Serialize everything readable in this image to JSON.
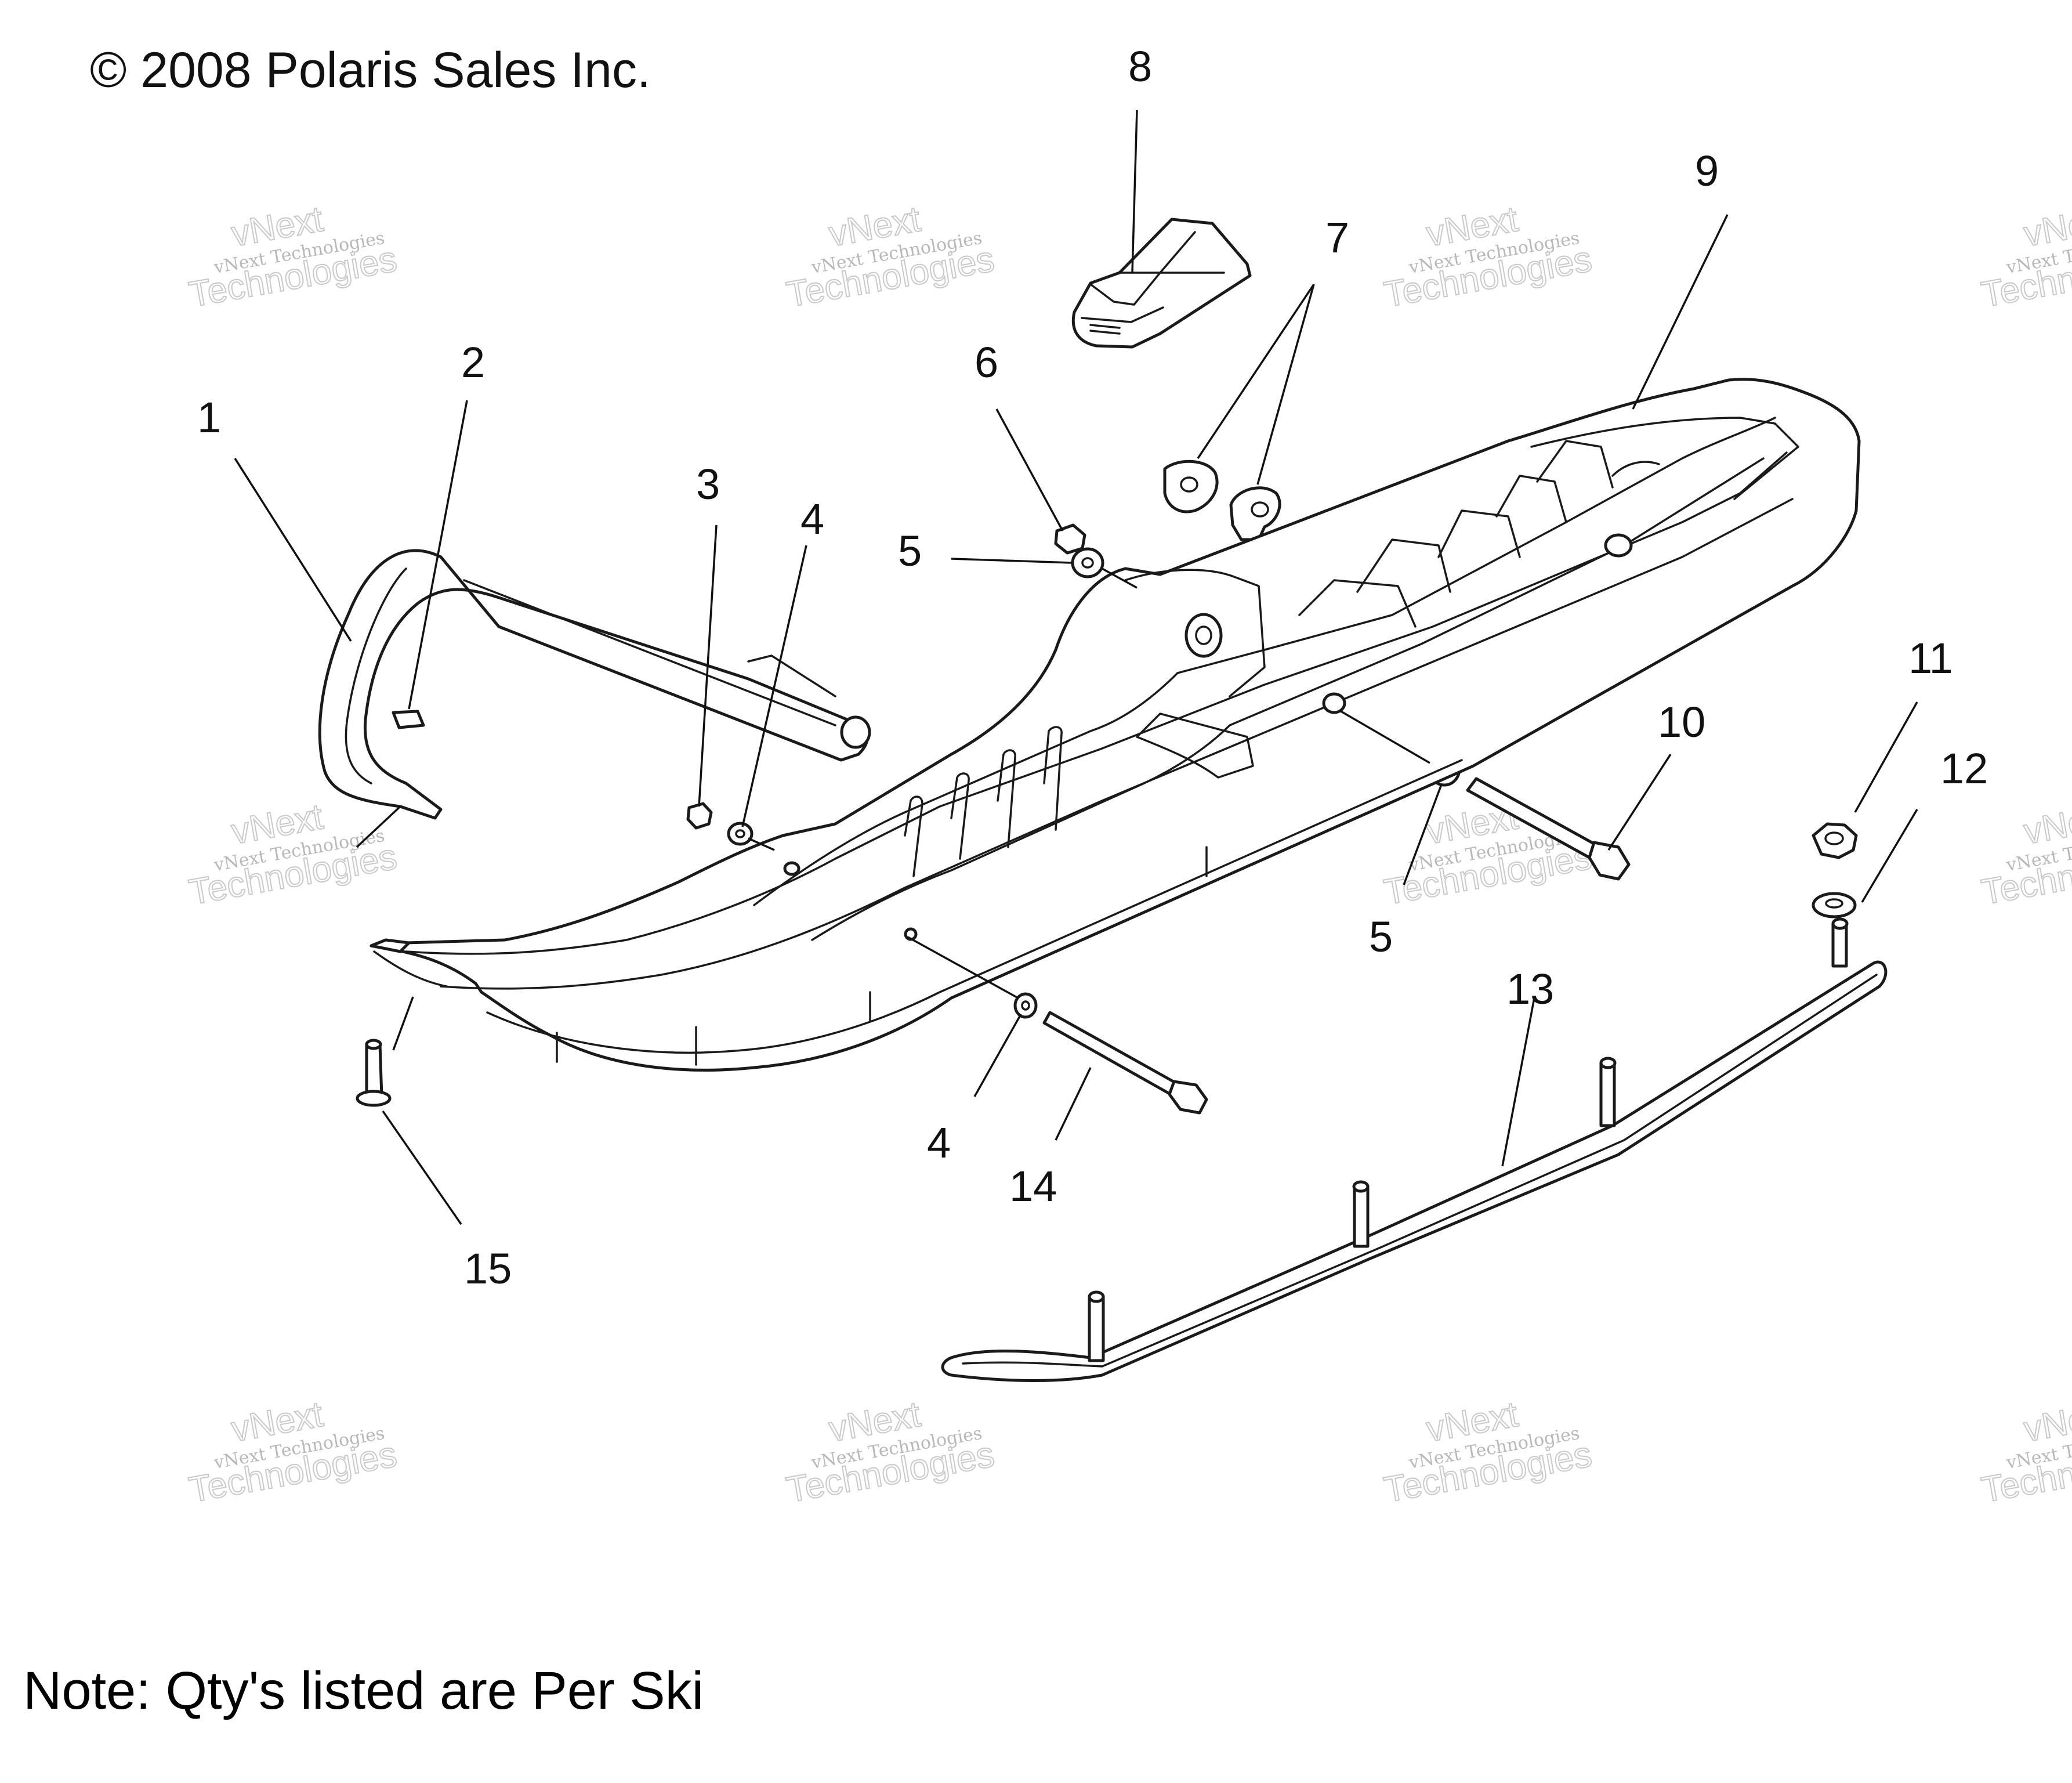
{
  "copyright": "© 2008 Polaris Sales Inc.",
  "note": "Note: Qty's listed are Per Ski",
  "watermark": {
    "small": "vNext Technologies",
    "big_top": "vNext",
    "big_bottom": "Technologies"
  },
  "callouts": {
    "c1": "1",
    "c2": "2",
    "c3": "3",
    "c4a": "4",
    "c4b": "4",
    "c5a": "5",
    "c5b": "5",
    "c6": "6",
    "c7": "7",
    "c8": "8",
    "c9": "9",
    "c10": "10",
    "c11": "11",
    "c12": "12",
    "c13": "13",
    "c14": "14",
    "c15": "15"
  }
}
